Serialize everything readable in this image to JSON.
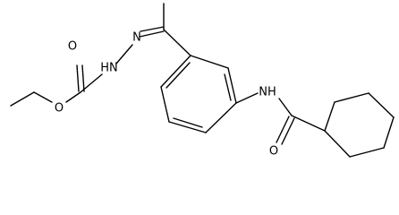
{
  "molecule": {
    "atoms": {
      "o_carbonyl_carbamate": "O",
      "o_ester": "O",
      "nh_hydrazone": "HN",
      "n_hydrazone": "N",
      "nh_amide": "NH",
      "o_amide": "O"
    }
  }
}
